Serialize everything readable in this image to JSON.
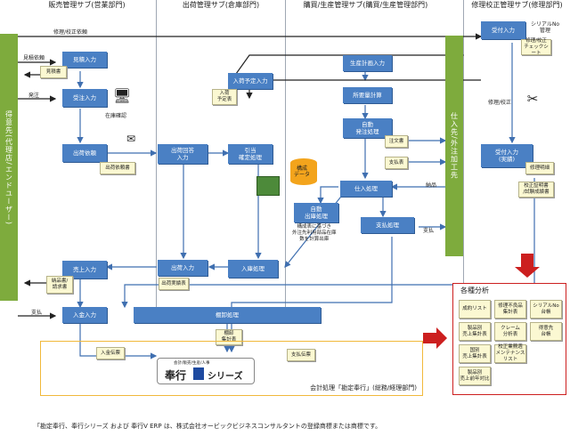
{
  "lanes": {
    "sales": "販売管理サブ(営業部門)",
    "shipping": "出荷管理サブ(倉庫部門)",
    "purchasing": "購買/生産管理サブ(購買/生産管理部門)",
    "repair": "修理校正管理サブ(修理部門)"
  },
  "bars": {
    "customer": "得意先(代理店/エンドユーザー)",
    "supplier": "仕入先/外注加工先"
  },
  "boxes": {
    "estimate_input": "見積入力",
    "order_input": "受注入力",
    "shipping_request": "出荷依頼",
    "sales_input": "売上入力",
    "payment_input": "入金入力",
    "arrival_plan": "入荷予定入力",
    "shipping_reply": "出荷回答\n入力",
    "allocation": "引当\n確定処理",
    "shipping_input": "出荷入力",
    "receipt_process": "入庫処理",
    "ledger_process": "棚卸処理",
    "production_plan": "生産計画入力",
    "mrp": "所要量計算",
    "auto_order": "自動\n発注処理",
    "purchase_process": "仕入処理",
    "auto_shipping": "自動\n出庫処理",
    "payment_process": "支払処理",
    "repair_accept": "受付入力",
    "repair_accept_result": "受付入力\n(実績)"
  },
  "docs": {
    "estimate": "見積書",
    "arrival_plan_table": "入荷\n予定表",
    "shipping_request_doc": "出荷依頼書",
    "shipping_result": "出荷実績表",
    "delivery_invoice": "納品書/\n請求書",
    "order_sheet": "注文書",
    "payment_sheet": "支払表",
    "serial_check": "修理/校正\nチェックシート",
    "repair_record": "修理明細",
    "calib_cert": "校正証明書\n/試験成績書",
    "inventory_table": "棚卸\n集計表",
    "payment_slip": "入金伝票",
    "pay_slip": "支払伝票"
  },
  "labels": {
    "repair_request": "修理/校正依頼",
    "estimate_request": "見積依頼",
    "order_receive": "発注",
    "stock_check": "在庫確認",
    "repair_calib": "修理/校正",
    "serial_management": "シリアルNo\n管理",
    "delivery": "納品",
    "payment_in": "支払",
    "payment_out": "支払",
    "composite_data": "構成\nデータ",
    "composite_note": "構成表に基づき\n外注先利用部品在庫\n数を計算出庫",
    "accounting": "会計処理「勘定奉行」(総務/経理部門)",
    "analysis_title": "各種分析",
    "logo_small": "会計/販売/生産/人事",
    "logo_text": "奉行",
    "logo_series": "シリーズ",
    "footer": "「勘定奉行、奉行シリーズ および 奉行V ERP は、株式会社オービックビジネスコンサルタントの登録商標または商標です。"
  },
  "analysis": [
    "成約リスト",
    "修理不良品\n集計表",
    "シリアルNo\n台帳",
    "製品別\n売上集計表",
    "クレーム\n分析表",
    "得意先\n台帳",
    "国別\n売上集計表",
    "校正業務週\nメンテナンス\nリスト",
    "",
    "製品別\n売上前年対比",
    "",
    ""
  ]
}
